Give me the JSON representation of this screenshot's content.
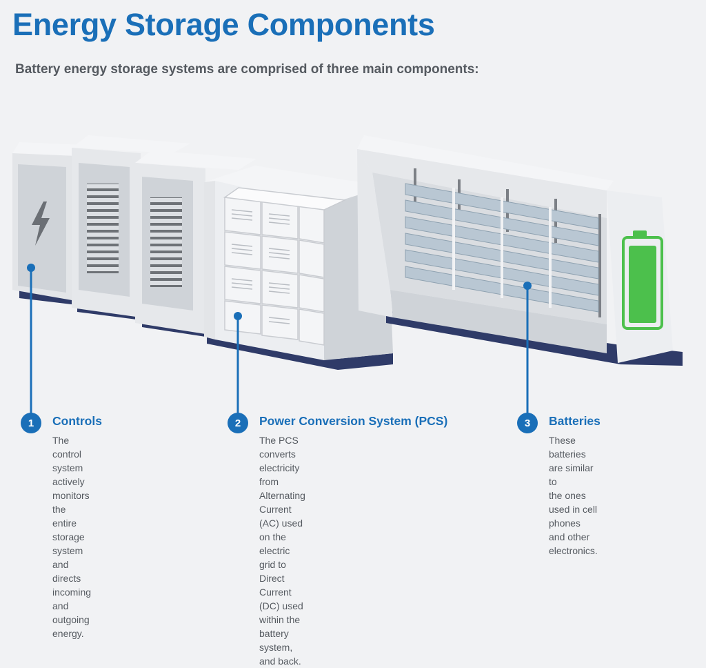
{
  "title": "Energy Storage Components",
  "subtitle": "Battery energy storage systems are comprised of three main components:",
  "colors": {
    "accent": "#1a6fb8",
    "battery_green": "#4cc04c",
    "text": "#555a60",
    "background": "#f1f2f4"
  },
  "icons": {
    "controls": "lightning-bolt-icon",
    "batteries": "battery-icon"
  },
  "components": [
    {
      "number": "1",
      "name": "Controls",
      "description": [
        "The control system actively",
        "monitors the entire storage",
        "system and directs incoming",
        "and outgoing energy."
      ]
    },
    {
      "number": "2",
      "name": "Power Conversion System (PCS)",
      "description": [
        "The PCS converts electricity from Alternating",
        "Current (AC) used on the electric grid to Direct",
        "Current (DC) used within the battery system,",
        "and back."
      ]
    },
    {
      "number": "3",
      "name": "Batteries",
      "description": [
        "These batteries are similar to",
        "the ones used in cell phones",
        "and other electronics."
      ]
    }
  ]
}
